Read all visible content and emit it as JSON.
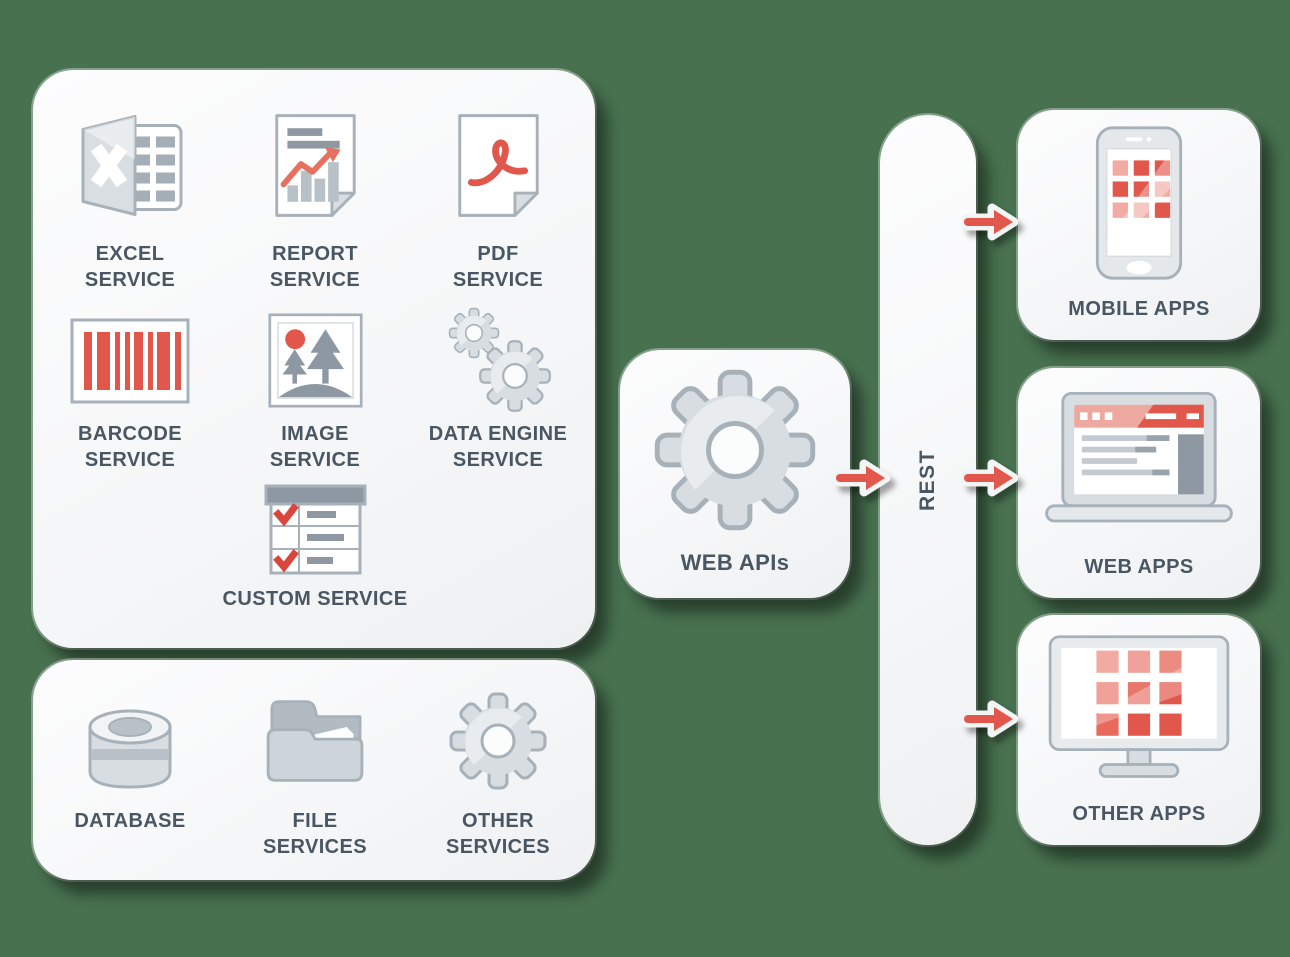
{
  "colors": {
    "background": "#47714f",
    "panel": "#f7f8f9",
    "accent_red": "#e2574b",
    "accent_red_light": "#f2aba3",
    "icon_grey_light": "#d7dde1",
    "icon_grey_mid": "#b9c1c8",
    "icon_grey_dark": "#8d98a2",
    "icon_border": "#a7b1b9",
    "text": "#4a5763"
  },
  "services_panel": {
    "items": [
      {
        "id": "excel-service",
        "icon": "excel-document-icon",
        "label": "EXCEL\nSERVICE"
      },
      {
        "id": "report-service",
        "icon": "report-document-icon",
        "label": "REPORT\nSERVICE"
      },
      {
        "id": "pdf-service",
        "icon": "pdf-document-icon",
        "label": "PDF\nSERVICE"
      },
      {
        "id": "barcode-service",
        "icon": "barcode-icon",
        "label": "BARCODE\nSERVICE"
      },
      {
        "id": "image-service",
        "icon": "image-picture-icon",
        "label": "IMAGE\nSERVICE"
      },
      {
        "id": "data-engine-service",
        "icon": "double-gear-icon",
        "label": "DATA ENGINE\nSERVICE"
      },
      {
        "id": "custom-service",
        "icon": "checklist-table-icon",
        "label": "CUSTOM SERVICE"
      }
    ]
  },
  "storage_panel": {
    "items": [
      {
        "id": "database",
        "icon": "database-cylinder-icon",
        "label": "DATABASE"
      },
      {
        "id": "file-services",
        "icon": "folder-icon",
        "label": "FILE\nSERVICES"
      },
      {
        "id": "other-services",
        "icon": "gear-icon",
        "label": "OTHER\nSERVICES"
      }
    ]
  },
  "middleware": {
    "web_apis_label": "WEB APIs",
    "web_apis_icon": "gear-icon",
    "rest_label": "REST"
  },
  "apps": {
    "items": [
      {
        "id": "mobile-apps",
        "icon": "smartphone-icon",
        "label": "MOBILE APPS"
      },
      {
        "id": "web-apps",
        "icon": "laptop-browser-icon",
        "label": "WEB APPS"
      },
      {
        "id": "other-apps",
        "icon": "desktop-monitor-icon",
        "label": "OTHER APPS"
      }
    ]
  },
  "connections": [
    {
      "from": "web-apis",
      "to": "rest"
    },
    {
      "from": "rest",
      "to": "mobile-apps"
    },
    {
      "from": "rest",
      "to": "web-apps"
    },
    {
      "from": "rest",
      "to": "other-apps"
    }
  ]
}
